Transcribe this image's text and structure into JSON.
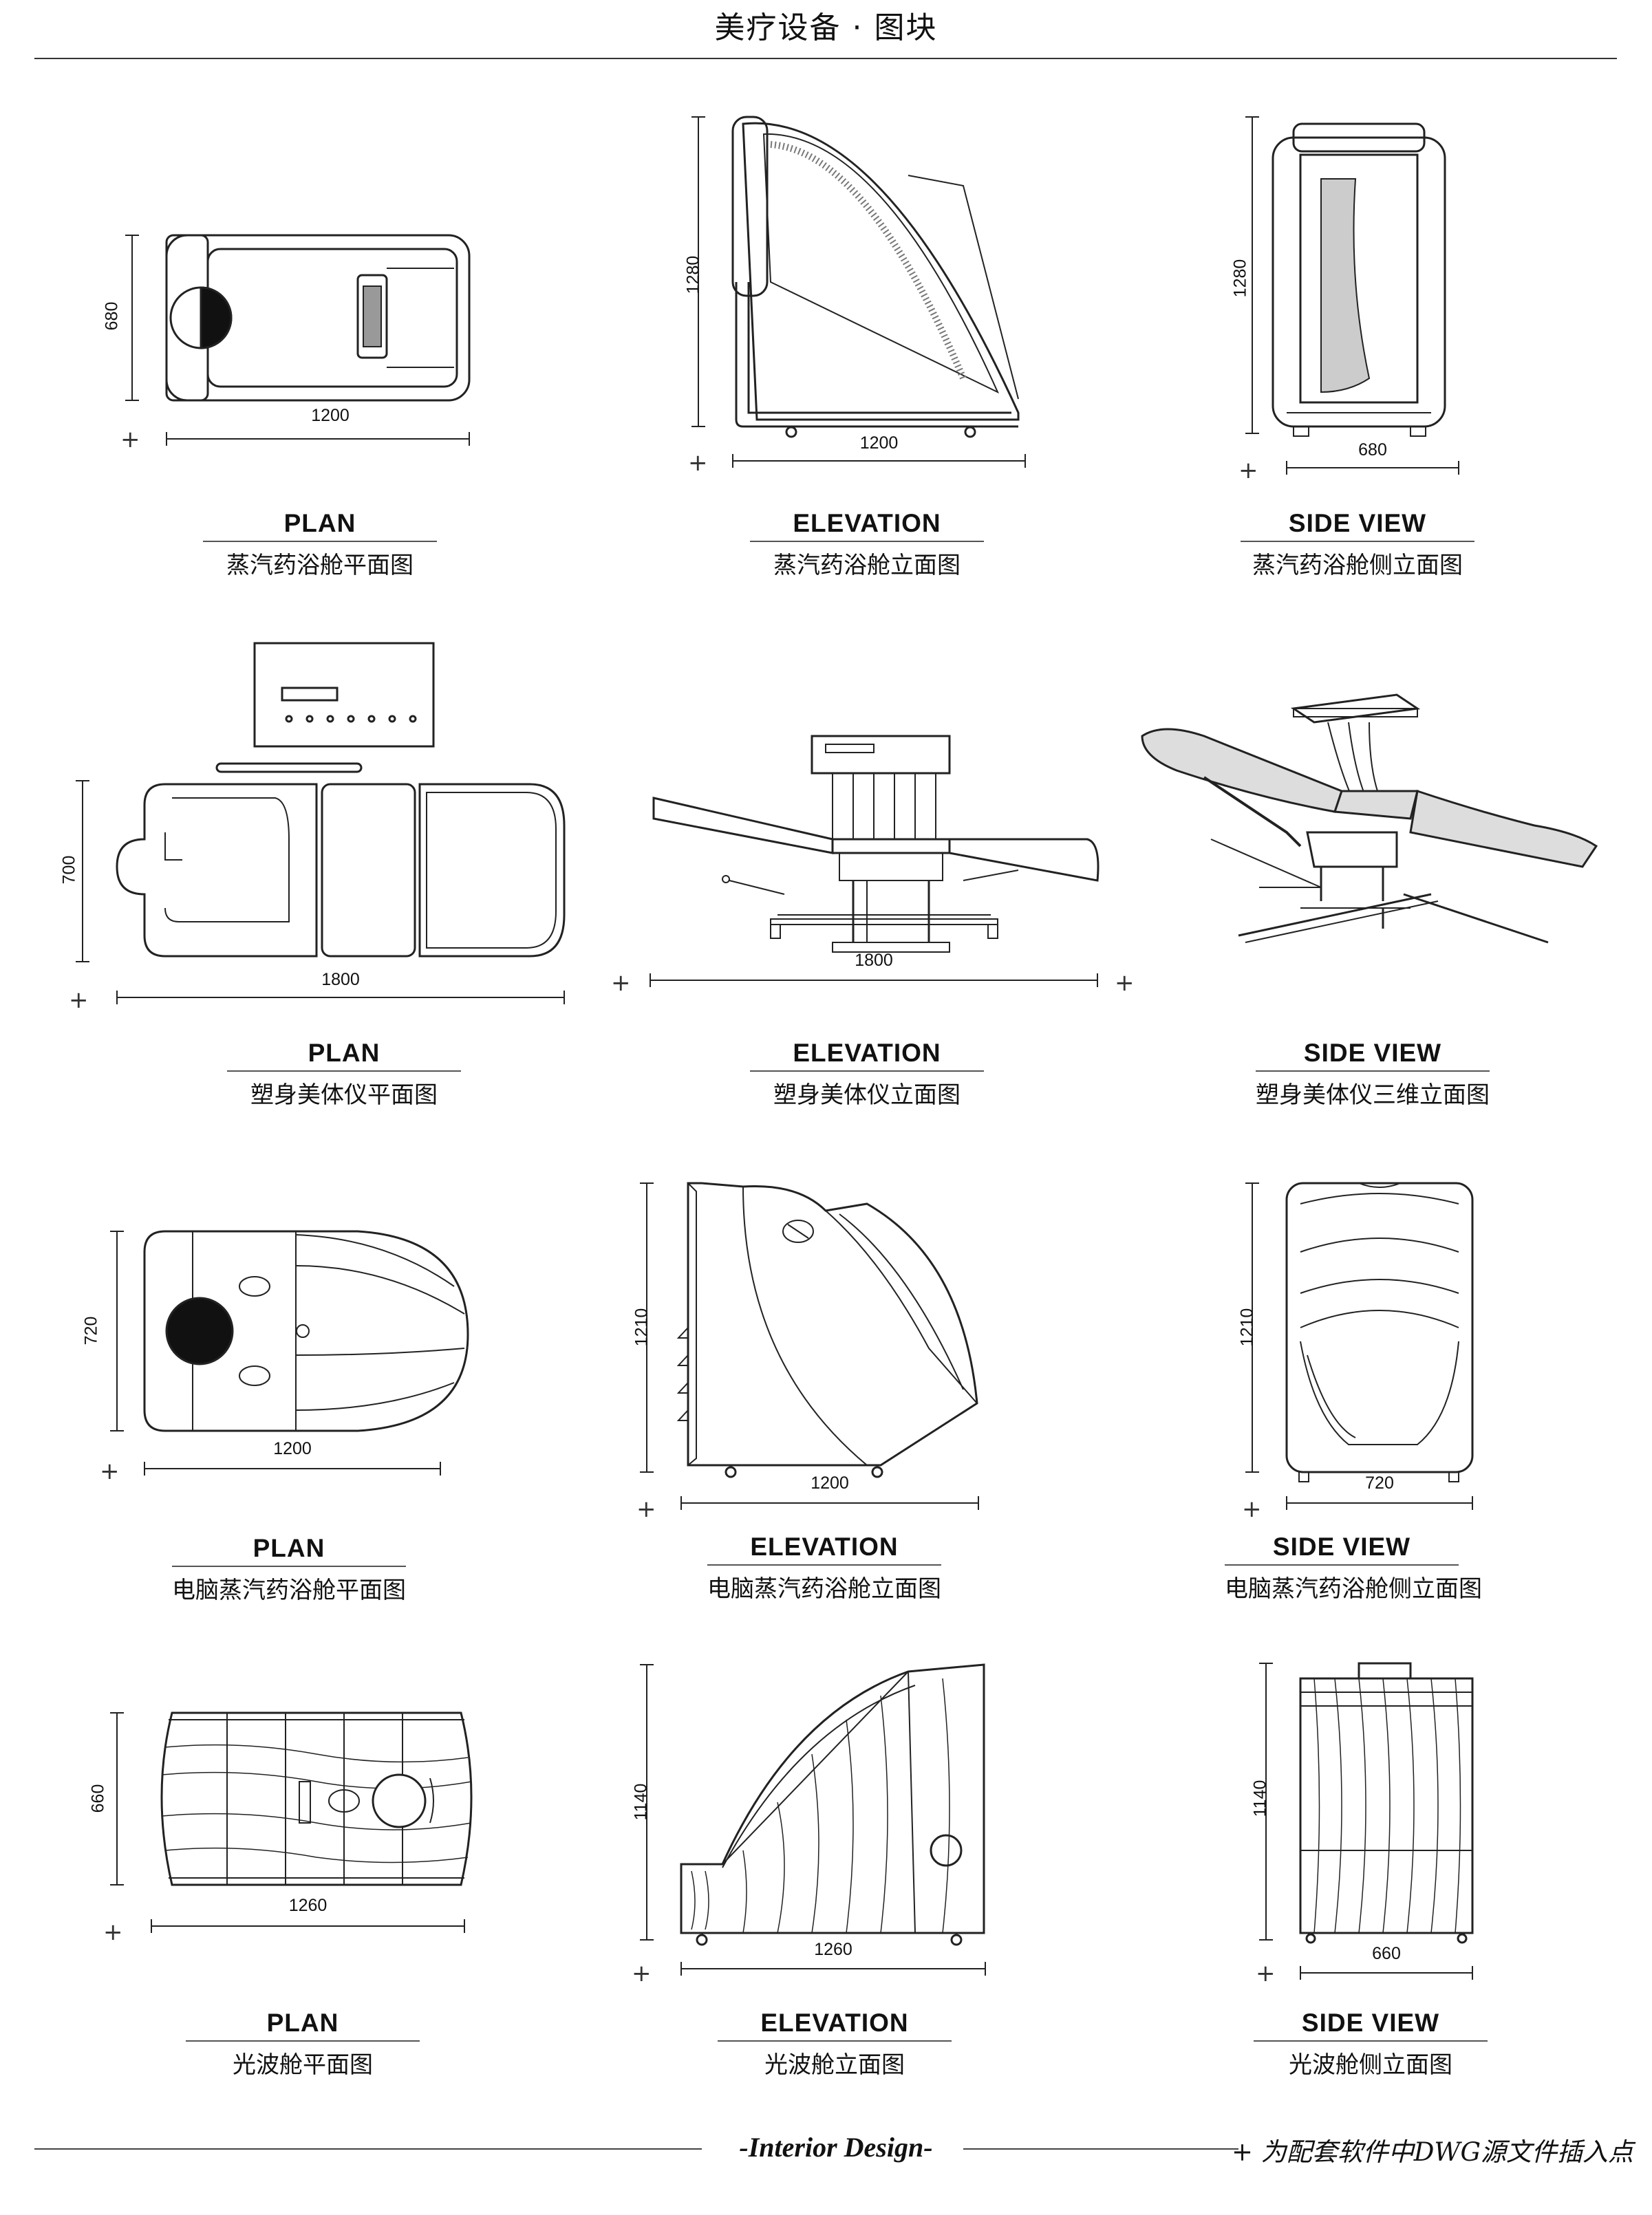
{
  "header": {
    "title": "美疗设备 · 图块"
  },
  "footer": {
    "brand": "-Interior Design-",
    "note": "+ 为配套软件中DWG源文件插入点"
  },
  "blocks": [
    {
      "view": "PLAN",
      "name": "蒸汽药浴舱平面图",
      "dim_h": "1200",
      "dim_v": "680"
    },
    {
      "view": "ELEVATION",
      "name": "蒸汽药浴舱立面图",
      "dim_h": "1200",
      "dim_v": "1280"
    },
    {
      "view": "SIDE VIEW",
      "name": "蒸汽药浴舱侧立面图",
      "dim_h": "680",
      "dim_v": "1280"
    },
    {
      "view": "PLAN",
      "name": "塑身美体仪平面图",
      "dim_h": "1800",
      "dim_v": "700"
    },
    {
      "view": "ELEVATION",
      "name": "塑身美体仪立面图",
      "dim_h": "1800",
      "dim_v": ""
    },
    {
      "view": "SIDE VIEW",
      "name": "塑身美体仪三维立面图",
      "dim_h": "",
      "dim_v": ""
    },
    {
      "view": "PLAN",
      "name": "电脑蒸汽药浴舱平面图",
      "dim_h": "1200",
      "dim_v": "720"
    },
    {
      "view": "ELEVATION",
      "name": "电脑蒸汽药浴舱立面图",
      "dim_h": "1200",
      "dim_v": "1210"
    },
    {
      "view": "SIDE VIEW",
      "name": "电脑蒸汽药浴舱侧立面图",
      "dim_h": "720",
      "dim_v": "1210"
    },
    {
      "view": "PLAN",
      "name": "光波舱平面图",
      "dim_h": "1260",
      "dim_v": "660"
    },
    {
      "view": "ELEVATION",
      "name": "光波舱立面图",
      "dim_h": "1260",
      "dim_v": "1140"
    },
    {
      "view": "SIDE VIEW",
      "name": "光波舱侧立面图",
      "dim_h": "660",
      "dim_v": "1140"
    }
  ]
}
